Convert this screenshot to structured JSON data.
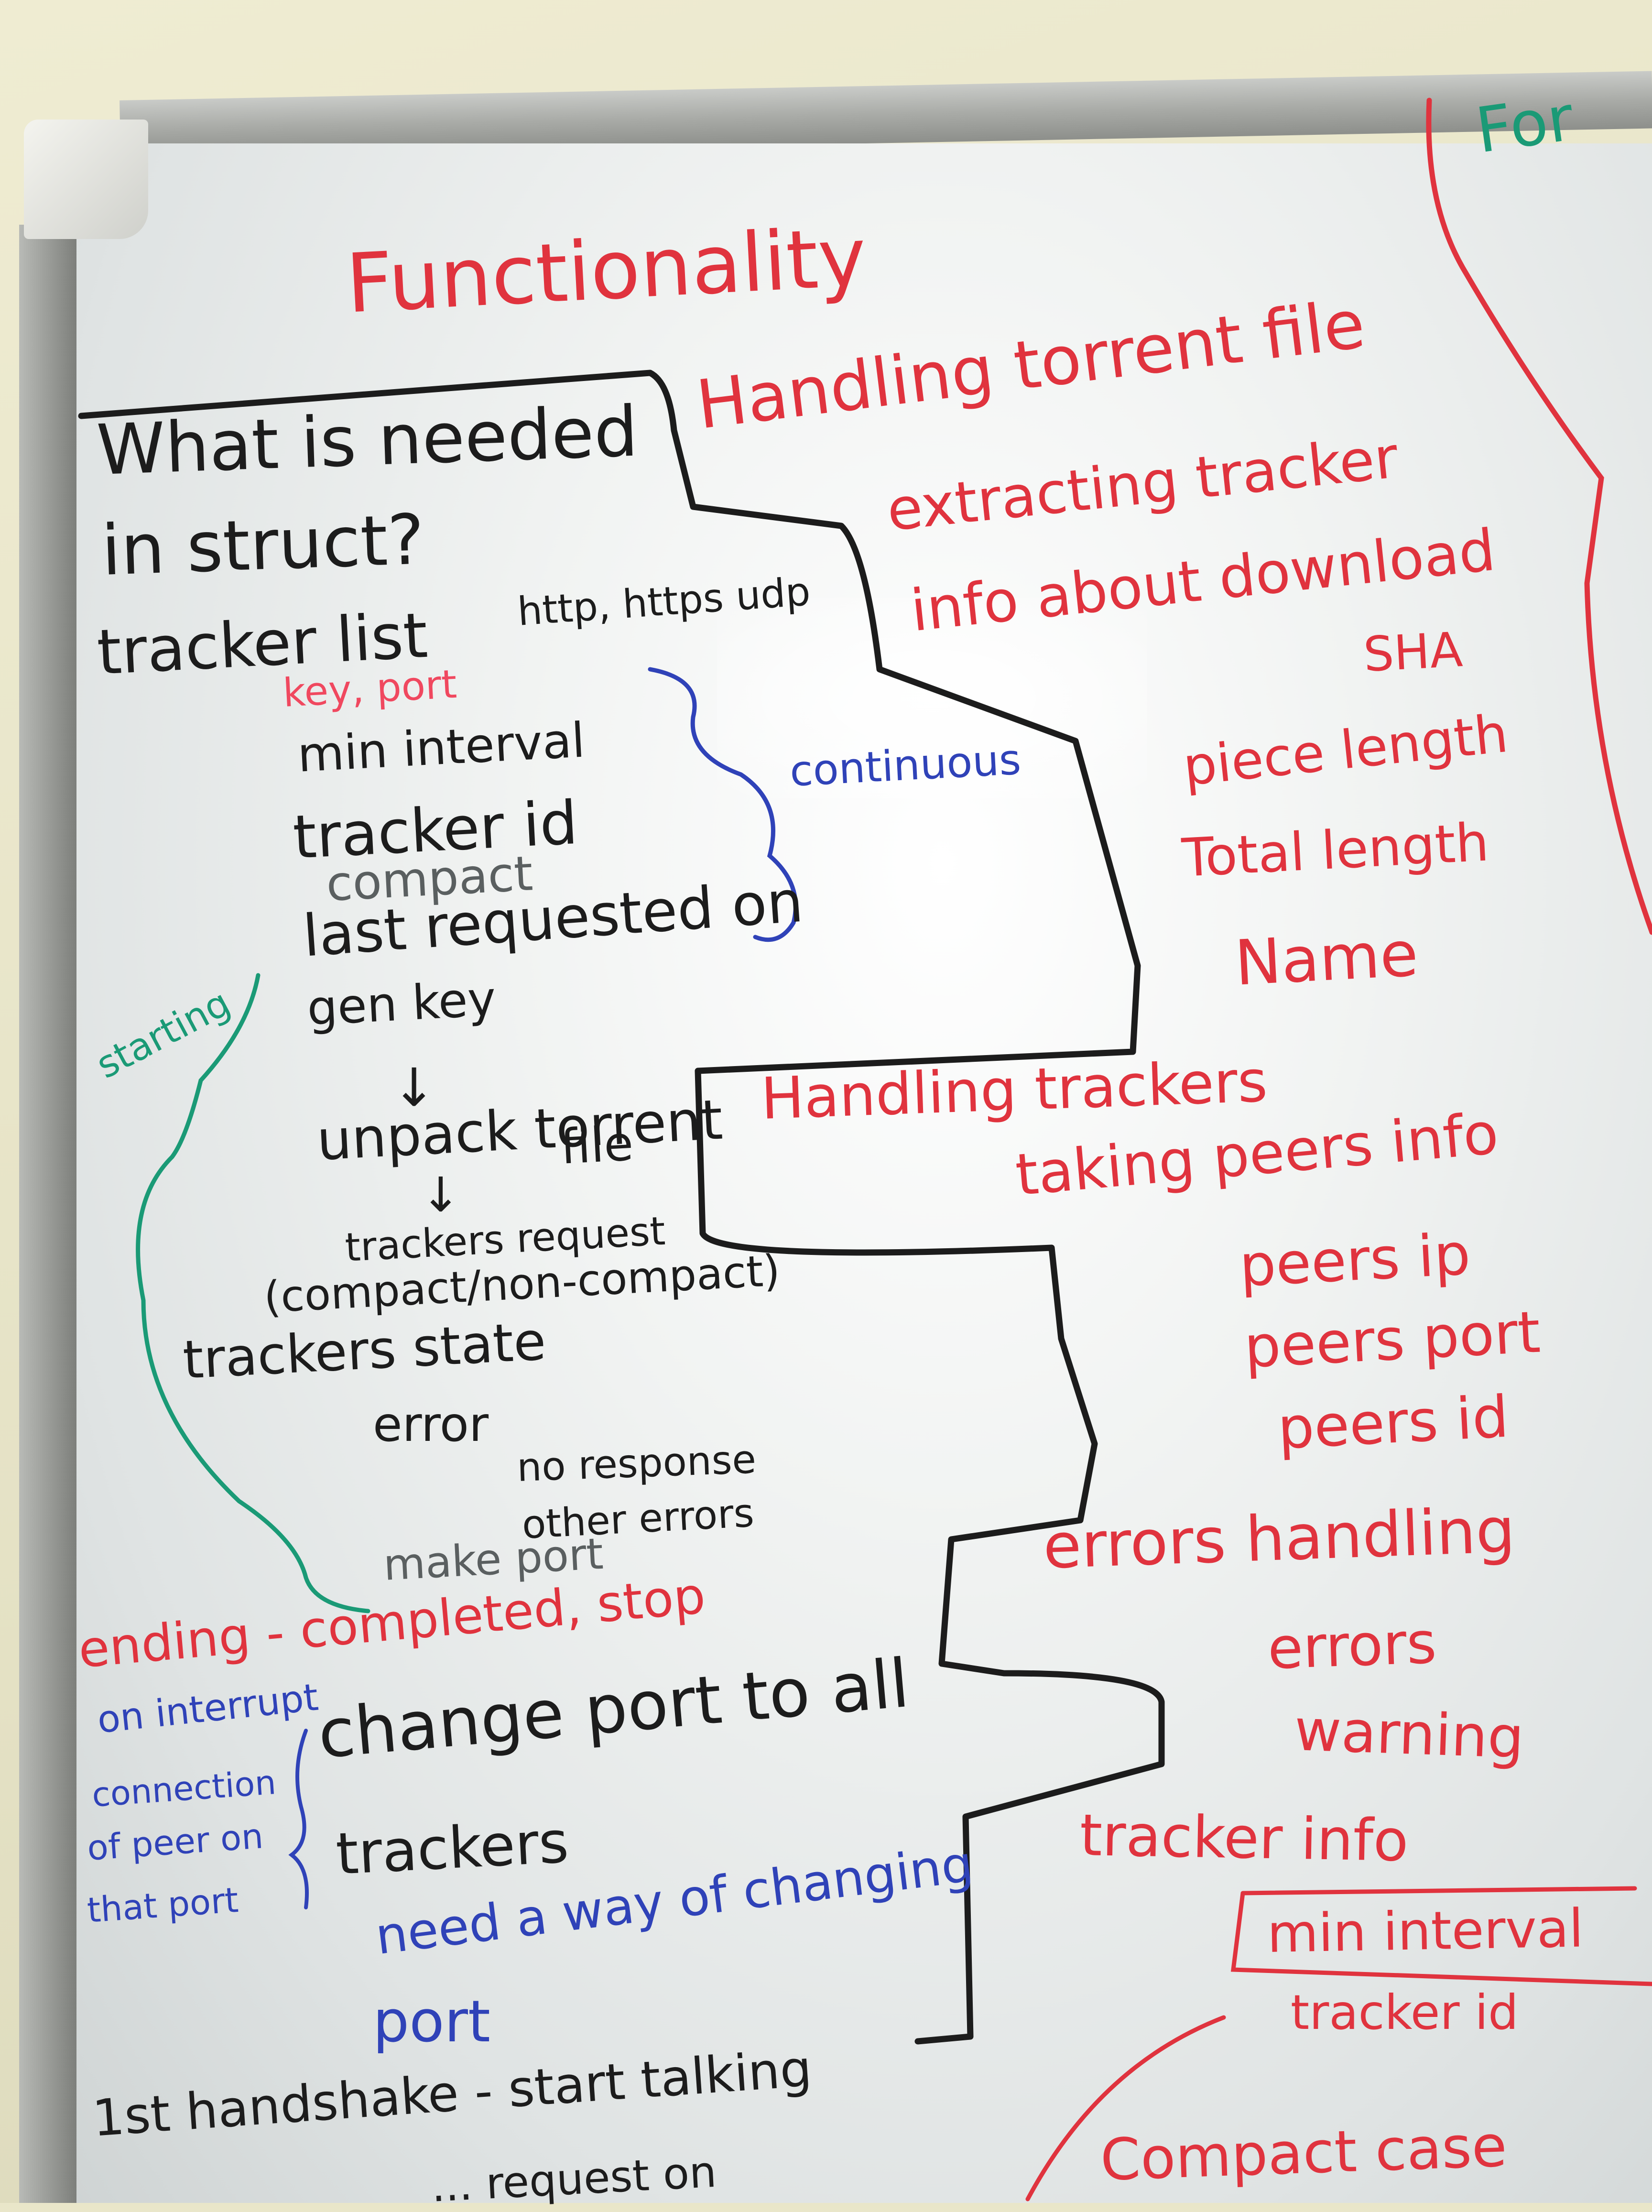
{
  "title": "Functionality",
  "left_column": {
    "heading_line1": "What is needed",
    "heading_line2": "in struct?",
    "tracker_list": "tracker list",
    "protocols": "http, https udp",
    "key_port": "key, port",
    "min_interval": "min interval",
    "tracker_id": "tracker id",
    "compact": "compact",
    "last_requested_on": "last requested on",
    "gen_key": "gen key",
    "arrow_1": "↓",
    "unpack_torrent": "unpack torrent",
    "file": "file",
    "arrow_2": "↓",
    "trackers_request": "trackers request",
    "compact_non_compact": "(compact/non-compact)",
    "trackers_state": "trackers state",
    "error": "error",
    "no_response": "no response",
    "other_errors": "other errors",
    "make_port": "make port",
    "ending": "ending - completed, stop",
    "change_port": "change port to all",
    "trackers": "trackers",
    "need_a_way": "need a way of changing",
    "port": "port",
    "handshake": "1st handshake - start talking",
    "bottom_cut": "... request on",
    "interrupt_line1": "on interrupt",
    "interrupt_line2": "connection",
    "interrupt_line3": "of peer on",
    "interrupt_line4": "that port",
    "continuous": "continuous",
    "starting": "starting"
  },
  "right_column": {
    "handling_torrent_file": "Handling torrent file",
    "extracting_tracker": "extracting tracker",
    "info_about_download": "info about download",
    "sha": "SHA",
    "piece_length": "piece length",
    "total_length": "Total length",
    "name": "Name",
    "handling_trackers": "Handling trackers",
    "taking_peers_info": "taking peers info",
    "peers_ip": "peers ip",
    "peers_port": "peers port",
    "peers_id": "peers id",
    "errors_handling": "errors handling",
    "errors": "errors",
    "warning": "warning",
    "tracker_info": "tracker info",
    "min_interval": "min interval",
    "tracker_id": "tracker id",
    "compact_case": "Compact case"
  },
  "far_right": {
    "for": "For"
  },
  "colors": {
    "red_marker": "#e0333e",
    "black_marker": "#1c1c1c",
    "blue_marker": "#2f42b8",
    "green_marker": "#1a9a76",
    "board": "#eef1f0",
    "frame": "#a9aba7"
  }
}
